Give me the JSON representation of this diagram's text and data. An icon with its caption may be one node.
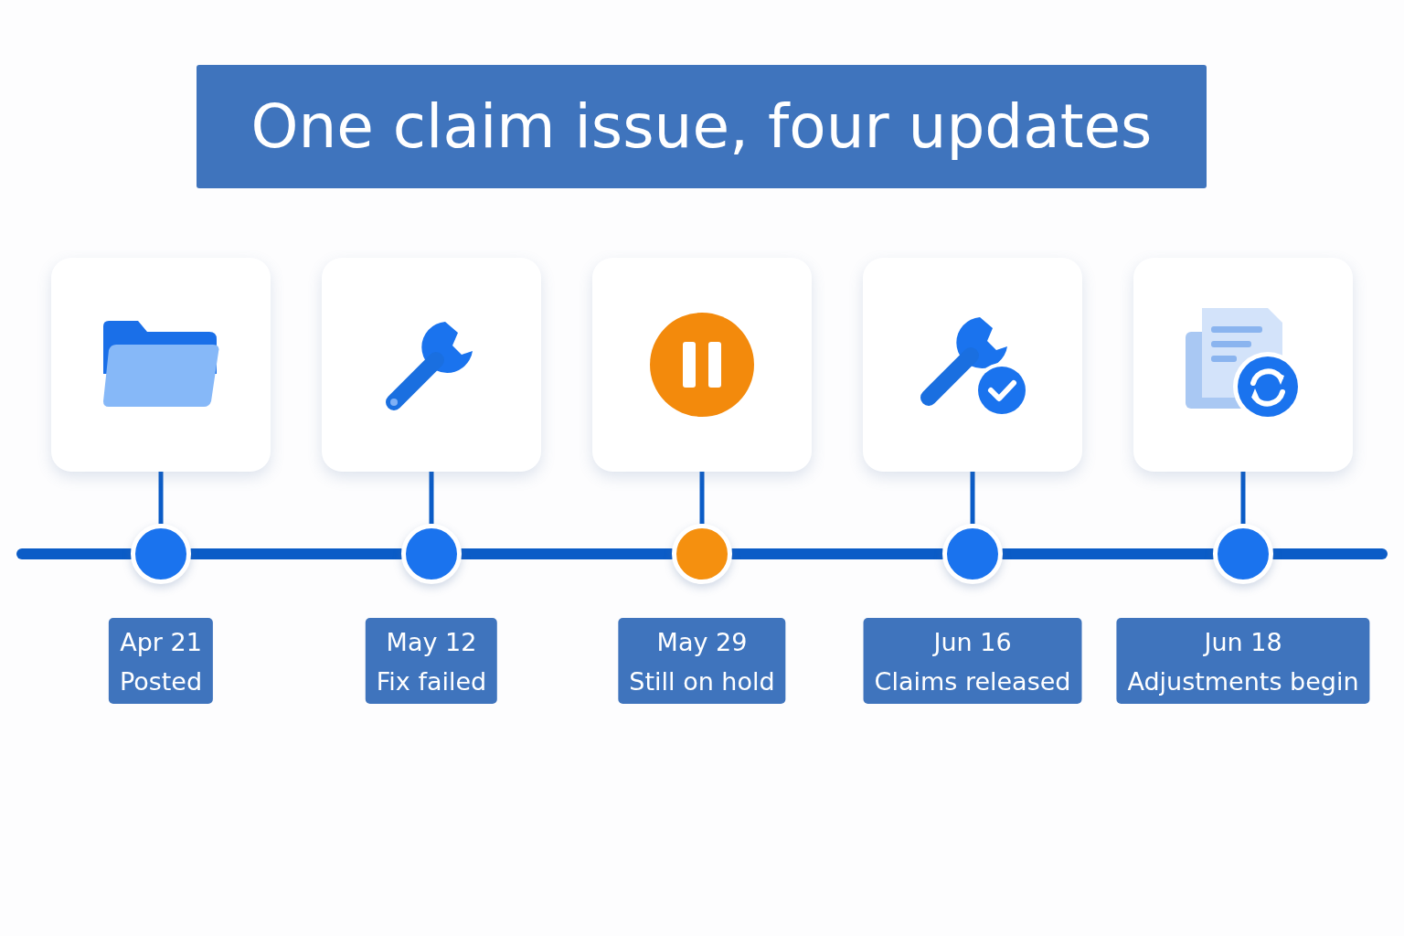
{
  "diagram": {
    "title": "One claim issue, four updates",
    "nodes": [
      {
        "text": [],
        "shape": "box"
      },
      {
        "text": [],
        "shape": "box"
      },
      {
        "text": [],
        "shape": "box"
      },
      {
        "text": [],
        "shape": "box"
      },
      {
        "text": [],
        "shape": "box"
      },
      {
        "text": [],
        "shape": "circle"
      },
      {
        "text": [],
        "shape": "circle"
      },
      {
        "text": [],
        "shape": "circle"
      },
      {
        "text": [],
        "shape": "circle"
      },
      {
        "text": [],
        "shape": "circle"
      },
      {
        "text": [
          "Apr 21",
          "Posted"
        ]
      },
      {
        "text": [
          "May 12",
          "Fix failed"
        ]
      },
      {
        "text": [
          "May 29",
          "Still on hold"
        ]
      },
      {
        "text": [
          "Jun 16",
          "Claims released"
        ]
      },
      {
        "text": [
          "Jun 18",
          "Adjustments begin"
        ]
      }
    ],
    "edges": [
      {
        "from": 0,
        "to": 5,
        "arrow": "none"
      },
      {
        "from": 1,
        "to": 6,
        "arrow": "none"
      },
      {
        "from": 2,
        "to": 7,
        "arrow": "none"
      },
      {
        "from": 3,
        "to": 8,
        "arrow": "none"
      },
      {
        "from": 4,
        "to": 9,
        "arrow": "none"
      },
      {
        "from": null,
        "to": 5,
        "arrow": "none"
      },
      {
        "from": 5,
        "to": 6,
        "arrow": "none"
      },
      {
        "from": 6,
        "to": 7,
        "arrow": "none"
      },
      {
        "from": 7,
        "to": 8,
        "arrow": "none"
      },
      {
        "from": 8,
        "to": 9,
        "arrow": "none"
      },
      {
        "from": 9,
        "to": null,
        "arrow": "none"
      }
    ]
  }
}
